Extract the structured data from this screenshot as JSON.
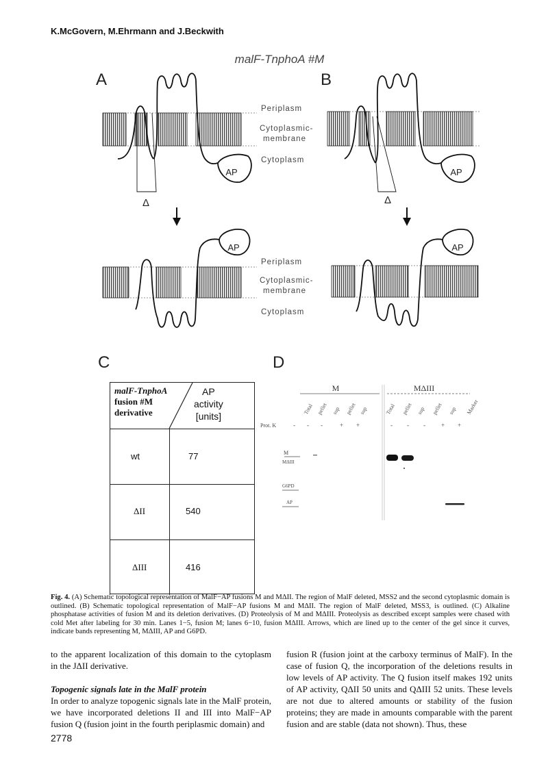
{
  "header": {
    "authors": "K.McGovern, M.Ehrmann and J.Beckwith"
  },
  "figure": {
    "top_title": "malF-TnphoA #M",
    "panels": {
      "a": "A",
      "b": "B",
      "c": "C",
      "d": "D"
    },
    "labels": {
      "periplasm": "Periplasm",
      "cytoplasmic": "Cytoplasmic-",
      "membrane": "membrane",
      "cytoplasm": "Cytoplasm",
      "ap": "AP",
      "delta": "Δ"
    },
    "table": {
      "header_left": [
        "malF-TnphoA",
        "fusion #M",
        "derivative"
      ],
      "header_right": [
        "AP",
        "activity",
        "[units]"
      ],
      "rows": [
        {
          "derivative": "wt",
          "units": "77"
        },
        {
          "derivative": "ΔII",
          "units": "540"
        },
        {
          "derivative": "ΔIII",
          "units": "416"
        }
      ]
    },
    "gel": {
      "group_m": "M",
      "group_maiii": "MΔIII",
      "lanes": [
        "Total",
        "pellet",
        "sup",
        "pellet",
        "sup",
        "Total",
        "pellet",
        "sup",
        "pellet",
        "sup",
        "Marker"
      ],
      "prot_k_label": "Prot. K",
      "prot_k": [
        "-",
        "-",
        "-",
        "+",
        "+",
        "-",
        "-",
        "-",
        "+",
        "+"
      ],
      "band_labels": {
        "m": "M",
        "maiii": "MΔIII",
        "g6pd": "G6PD",
        "ap": "AP"
      }
    }
  },
  "caption": {
    "label": "Fig. 4.",
    "text": " (A) Schematic topological representation of MalF−AP fusions M and MΔII. The region of MalF deleted, MSS2 and the second cytoplasmic domain is outlined. (B) Schematic topological representation of MalF−AP fusions M and MΔII. The region of MalF deleted, MSS3, is outlined. (C) Alkaline phosphatase activities of fusion M and its deletion derivatives. (D) Proteolysis of M and MΔIII. Proteolysis as described except samples were chased with cold Met after labeling for 30 min. Lanes 1−5, fusion M; lanes 6−10, fusion MΔIII. Arrows, which are lined up to the center of the gel since it curves, indicate bands representing M, MΔIII, AP and G6PD."
  },
  "body": {
    "col1_p1": "to the apparent localization of this domain to the cytoplasm in the JΔII derivative.",
    "col1_heading": "Topogenic signals late in the MalF protein",
    "col1_p2": "In order to analyze topogenic signals late in the MalF protein, we have incorporated deletions II and III into MalF−AP fusion Q (fusion joint in the fourth periplasmic domain) and",
    "col2_p1": "fusion R (fusion joint at the carboxy terminus of MalF). In the case of fusion Q, the incorporation of the deletions results in low levels of AP activity. The Q fusion itself makes 192 units of AP activity, QΔII 50 units and QΔIII 52 units. These levels are not due to altered amounts or stability of the fusion proteins; they are made in amounts comparable with the parent fusion and are stable (data not shown). Thus, these"
  },
  "page_number": "2778"
}
